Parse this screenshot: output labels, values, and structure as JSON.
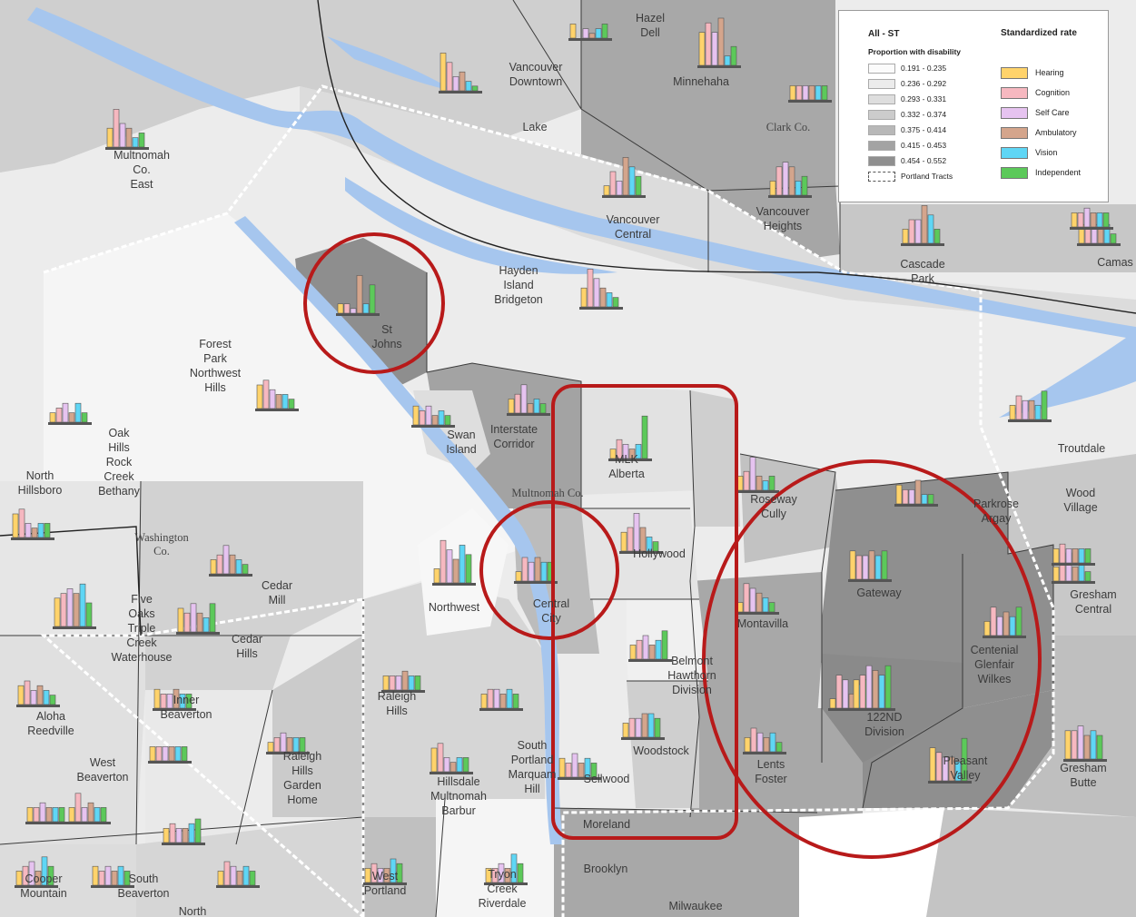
{
  "legend": {
    "title": "All - ST",
    "subtitle": "Proportion with disability",
    "rate_title": "Standardized rate",
    "classes": [
      {
        "label": "0.191 - 0.235",
        "color": "#fbfbfb"
      },
      {
        "label": "0.236 - 0.292",
        "color": "#ececec"
      },
      {
        "label": "0.293 - 0.331",
        "color": "#dedede"
      },
      {
        "label": "0.332 - 0.374",
        "color": "#cccccc"
      },
      {
        "label": "0.375 - 0.414",
        "color": "#b8b8b8"
      },
      {
        "label": "0.415 - 0.453",
        "color": "#a3a3a3"
      },
      {
        "label": "0.454 - 0.552",
        "color": "#8f8f8f"
      }
    ],
    "tracts_label": "Portland Tracts",
    "categories": [
      {
        "label": "Hearing",
        "color": "#ffd36b"
      },
      {
        "label": "Cognition",
        "color": "#f6b8c0"
      },
      {
        "label": "Self Care",
        "color": "#e6c3f0"
      },
      {
        "label": "Ambulatory",
        "color": "#d4a58c"
      },
      {
        "label": "Vision",
        "color": "#5fd6f5"
      },
      {
        "label": "Independent",
        "color": "#5cc95a"
      }
    ]
  },
  "map": {
    "counties": [
      "Clark Co.",
      "Multnomah Co.",
      "Washington\nCo."
    ],
    "neighborhoods": [
      "Hazel\nDell",
      "Vancouver\nDowntown",
      "Lake",
      "Minnehaha",
      "Multnomah\nCo.\nEast",
      "Vancouver\nCentral",
      "Vancouver\nHeights",
      "Cascade\nPark",
      "Camas",
      "Hayden\nIsland\nBridgeton",
      "St\nJohns",
      "Forest\nPark\nNorthwest\nHills",
      "Swan\nIsland",
      "Interstate\nCorridor",
      "MLK\nAlberta",
      "Troutdale",
      "Oak\nHills\nRock\nCreek\nBethany",
      "North\nHillsboro",
      "Roseway\nCully",
      "Parkrose\nArgay",
      "Wood\nVillage",
      "Hollywood",
      "Gateway",
      "Gresham\nCentral",
      "Northwest",
      "Central\nCity",
      "Cedar\nMill",
      "Five\nOaks\nTriple\nCreek\nWaterhouse",
      "Cedar\nHills",
      "Montavilla",
      "Centenial\nGlenfair\nWilkes",
      "Belmont\nHawthorn\nDivision",
      "Raleigh\nHills",
      "Aloha\nReedville",
      "Inner\nBeaverton",
      "122ND\nDivision",
      "West\nBeaverton",
      "Raleigh\nHills\nGarden\nHome",
      "South\nPortland\nMarquam\nHill",
      "Woodstock",
      "Lents\nFoster",
      "Pleasant\nValley",
      "Gresham\nButte",
      "Hillsdale\nMultnomah\nBarbur",
      "Sellwood",
      "Moreland",
      "Cooper\nMountain",
      "South\nBeaverton",
      "West\nPortland",
      "Tryon\nCreek\nRiverdale",
      "Brooklyn",
      "Milwaukee",
      "North"
    ],
    "bar_groups": [
      [
        3,
        0,
        2,
        1,
        2,
        3
      ],
      [
        7,
        9,
        7,
        10,
        2,
        4
      ],
      [
        8,
        6,
        3,
        4,
        2,
        1
      ],
      [
        3,
        3,
        3,
        3,
        3,
        3
      ],
      [
        4,
        8,
        5,
        4,
        2,
        3
      ],
      [
        2,
        5,
        3,
        8,
        6,
        4
      ],
      [
        3,
        6,
        7,
        6,
        3,
        4
      ],
      [
        3,
        5,
        5,
        8,
        6,
        3
      ],
      [
        4,
        3,
        4,
        3,
        4,
        2
      ],
      [
        4,
        8,
        6,
        4,
        3,
        2
      ],
      [
        2,
        2,
        1,
        8,
        2,
        6
      ],
      [
        5,
        6,
        4,
        3,
        3,
        2
      ],
      [
        4,
        3,
        4,
        2,
        3,
        2
      ],
      [
        3,
        4,
        6,
        2,
        3,
        2
      ],
      [
        2,
        4,
        3,
        2,
        3,
        9
      ],
      [
        3,
        5,
        4,
        4,
        3,
        6
      ],
      [
        2,
        3,
        4,
        2,
        4,
        2
      ],
      [
        5,
        6,
        3,
        2,
        3,
        3
      ],
      [
        3,
        4,
        7,
        3,
        2,
        3
      ],
      [
        4,
        3,
        3,
        5,
        2,
        2
      ],
      [
        3,
        4,
        6,
        3,
        4,
        2
      ],
      [
        4,
        5,
        8,
        5,
        3,
        2
      ],
      [
        6,
        5,
        5,
        6,
        5,
        6
      ],
      [
        3,
        6,
        4,
        5,
        4,
        6
      ],
      [
        3,
        9,
        7,
        5,
        8,
        6
      ],
      [
        2,
        5,
        4,
        5,
        4,
        4
      ],
      [
        3,
        4,
        6,
        4,
        3,
        2
      ],
      [
        6,
        7,
        8,
        7,
        9,
        5
      ],
      [
        5,
        4,
        6,
        4,
        3,
        6
      ],
      [
        2,
        6,
        5,
        4,
        3,
        2
      ],
      [
        2,
        7,
        6,
        3,
        5,
        6
      ],
      [
        6,
        7,
        9,
        8,
        7,
        9
      ],
      [
        7,
        6,
        5,
        5,
        4,
        9
      ],
      [
        3,
        4,
        5,
        3,
        4,
        6
      ],
      [
        3,
        3,
        3,
        4,
        3,
        3
      ],
      [
        4,
        5,
        3,
        4,
        3,
        2
      ],
      [
        4,
        3,
        3,
        4,
        3,
        3
      ],
      [
        3,
        3,
        3,
        3,
        3,
        3
      ],
      [
        3,
        6,
        3,
        4,
        3,
        3
      ],
      [
        2,
        3,
        4,
        3,
        3,
        3
      ],
      [
        3,
        4,
        4,
        3,
        4,
        3
      ],
      [
        5,
        6,
        3,
        2,
        3,
        3
      ],
      [
        6,
        6,
        7,
        5,
        6,
        5
      ],
      [
        3,
        5,
        4,
        3,
        4,
        2
      ],
      [
        4,
        3,
        5,
        3,
        4,
        3
      ],
      [
        3,
        4,
        4,
        5,
        5,
        4
      ],
      [
        3,
        4,
        5,
        3,
        6,
        4
      ],
      [
        4,
        3,
        4,
        3,
        4,
        3
      ],
      [
        3,
        5,
        4,
        3,
        4,
        3
      ],
      [
        3,
        4,
        3,
        3,
        5,
        4
      ],
      [
        3,
        3,
        4,
        3,
        6,
        4
      ],
      [
        3,
        4,
        3,
        3,
        4,
        5
      ],
      [
        3,
        3,
        4,
        3,
        3,
        3
      ],
      [
        3,
        4,
        3,
        3,
        3,
        3
      ],
      [
        3,
        3,
        4,
        3,
        3,
        3
      ]
    ]
  }
}
